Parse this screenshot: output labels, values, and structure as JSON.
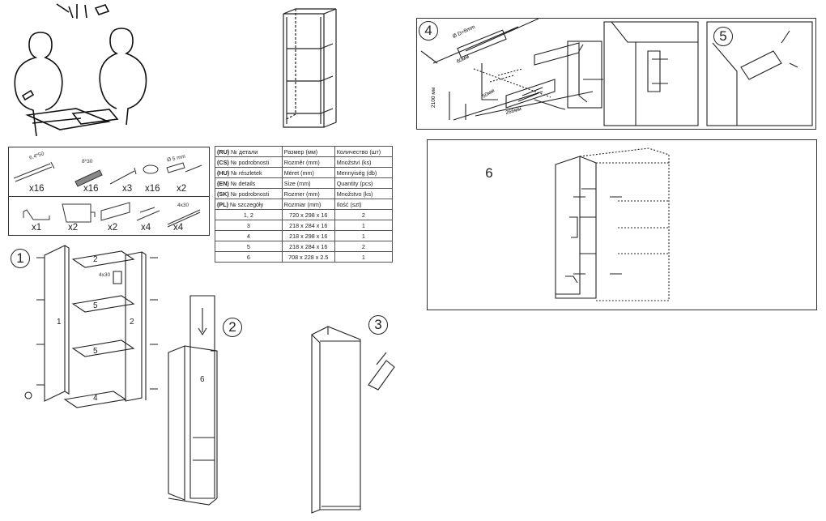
{
  "parts_list": {
    "hardware_row1": [
      {
        "icon": "screw-icon",
        "spec": "6.4*50",
        "qty": "x16"
      },
      {
        "icon": "dowel-icon",
        "spec": "8*30",
        "qty": "x16"
      },
      {
        "icon": "nail-icon",
        "spec": "",
        "qty": "x3"
      },
      {
        "icon": "cap-icon",
        "spec": "",
        "qty": "x16"
      },
      {
        "icon": "anchor-screw-icon",
        "spec": "Ø 5 mm",
        "qty": "x2"
      }
    ],
    "hardware_row2": [
      {
        "icon": "hook-icon",
        "spec": "",
        "qty": "x1"
      },
      {
        "icon": "bracket-icon",
        "spec": "",
        "qty": "x2"
      },
      {
        "icon": "rail-icon",
        "spec": "",
        "qty": "x2"
      },
      {
        "icon": "wall-plug-icon",
        "spec": "",
        "qty": "x4"
      },
      {
        "icon": "screw-icon",
        "spec": "4x30",
        "qty": "x4"
      }
    ]
  },
  "spec_table": {
    "header_rows": [
      {
        "lang": "(RU)",
        "part": "№ детали",
        "size": "Размер  (мм)",
        "qty": "Количество (шт)"
      },
      {
        "lang": "(CS)",
        "part": "№ podrobnosti",
        "size": "Rozměr (mm)",
        "qty": "Množství  (ks)"
      },
      {
        "lang": "(HU)",
        "part": "№ részletek",
        "size": "Méret (mm)",
        "qty": "Mennyiség (db)"
      },
      {
        "lang": "(EN)",
        "part": "№ details",
        "size": "Size (mm)",
        "qty": "Quantity  (pcs)"
      },
      {
        "lang": "(SK)",
        "part": "№ podrobnosti",
        "size": "Rozmer (mm)",
        "qty": "Množstvo (ks)"
      },
      {
        "lang": "(PL)",
        "part": "№ szczegóły",
        "size": "Rozmiar (mm)",
        "qty": "Ilość (szt)"
      }
    ],
    "rows": [
      {
        "part": "1, 2",
        "size": "720 x 298 x 16",
        "qty": "2"
      },
      {
        "part": "3",
        "size": "218 x 284 x 16",
        "qty": "1"
      },
      {
        "part": "4",
        "size": "218 x 298 x 16",
        "qty": "1"
      },
      {
        "part": "5",
        "size": "218 x 284 x 16",
        "qty": "2"
      },
      {
        "part": "6",
        "size": "708 x 228 x 2.5",
        "qty": "1"
      }
    ]
  },
  "steps": {
    "s1": "1",
    "s2": "2",
    "s3": "3",
    "s4": "4",
    "s5": "5",
    "s6": "6"
  },
  "step1_labels": {
    "top": "2",
    "shelf1": "5",
    "shelf2": "5",
    "bottom": "4",
    "left": "1",
    "right": "2",
    "screw": "4x30"
  },
  "step2_labels": {
    "panel": "6"
  },
  "step4_labels": {
    "drill": "Ø D=8mm",
    "spacing": "60мм",
    "offset": "50мм",
    "height": "2100 мм",
    "width": "266мм"
  }
}
